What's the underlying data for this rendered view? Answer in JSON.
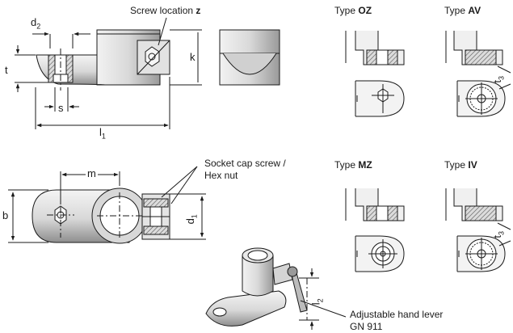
{
  "callouts": {
    "screw_location_prefix": "Screw location ",
    "screw_location_symbol": "z",
    "socket_cap_line1": "Socket cap screw /",
    "socket_cap_line2": "Hex nut",
    "hand_lever_line1": "Adjustable hand lever",
    "hand_lever_line2": "GN 911"
  },
  "types": [
    {
      "prefix": "Type ",
      "code": "OZ"
    },
    {
      "prefix": "Type ",
      "code": "AV"
    },
    {
      "prefix": "Type ",
      "code": "MZ"
    },
    {
      "prefix": "Type ",
      "code": "IV"
    }
  ],
  "dimensions": {
    "d2": {
      "base": "d",
      "sub": "2"
    },
    "t": {
      "base": "t",
      "sub": ""
    },
    "k": {
      "base": "k",
      "sub": ""
    },
    "s": {
      "base": "s",
      "sub": ""
    },
    "l1": {
      "base": "l",
      "sub": "1"
    },
    "m": {
      "base": "m",
      "sub": ""
    },
    "b": {
      "base": "b",
      "sub": ""
    },
    "d1": {
      "base": "d",
      "sub": "1"
    },
    "l2": {
      "base": "l",
      "sub": "2"
    },
    "t3": {
      "base": "t",
      "sub": "3"
    }
  },
  "colors": {
    "line": "#1a1a1a",
    "part_fill": "#e6e6e6",
    "part_shade": "#c2c2c2",
    "hatch": "#555555"
  }
}
